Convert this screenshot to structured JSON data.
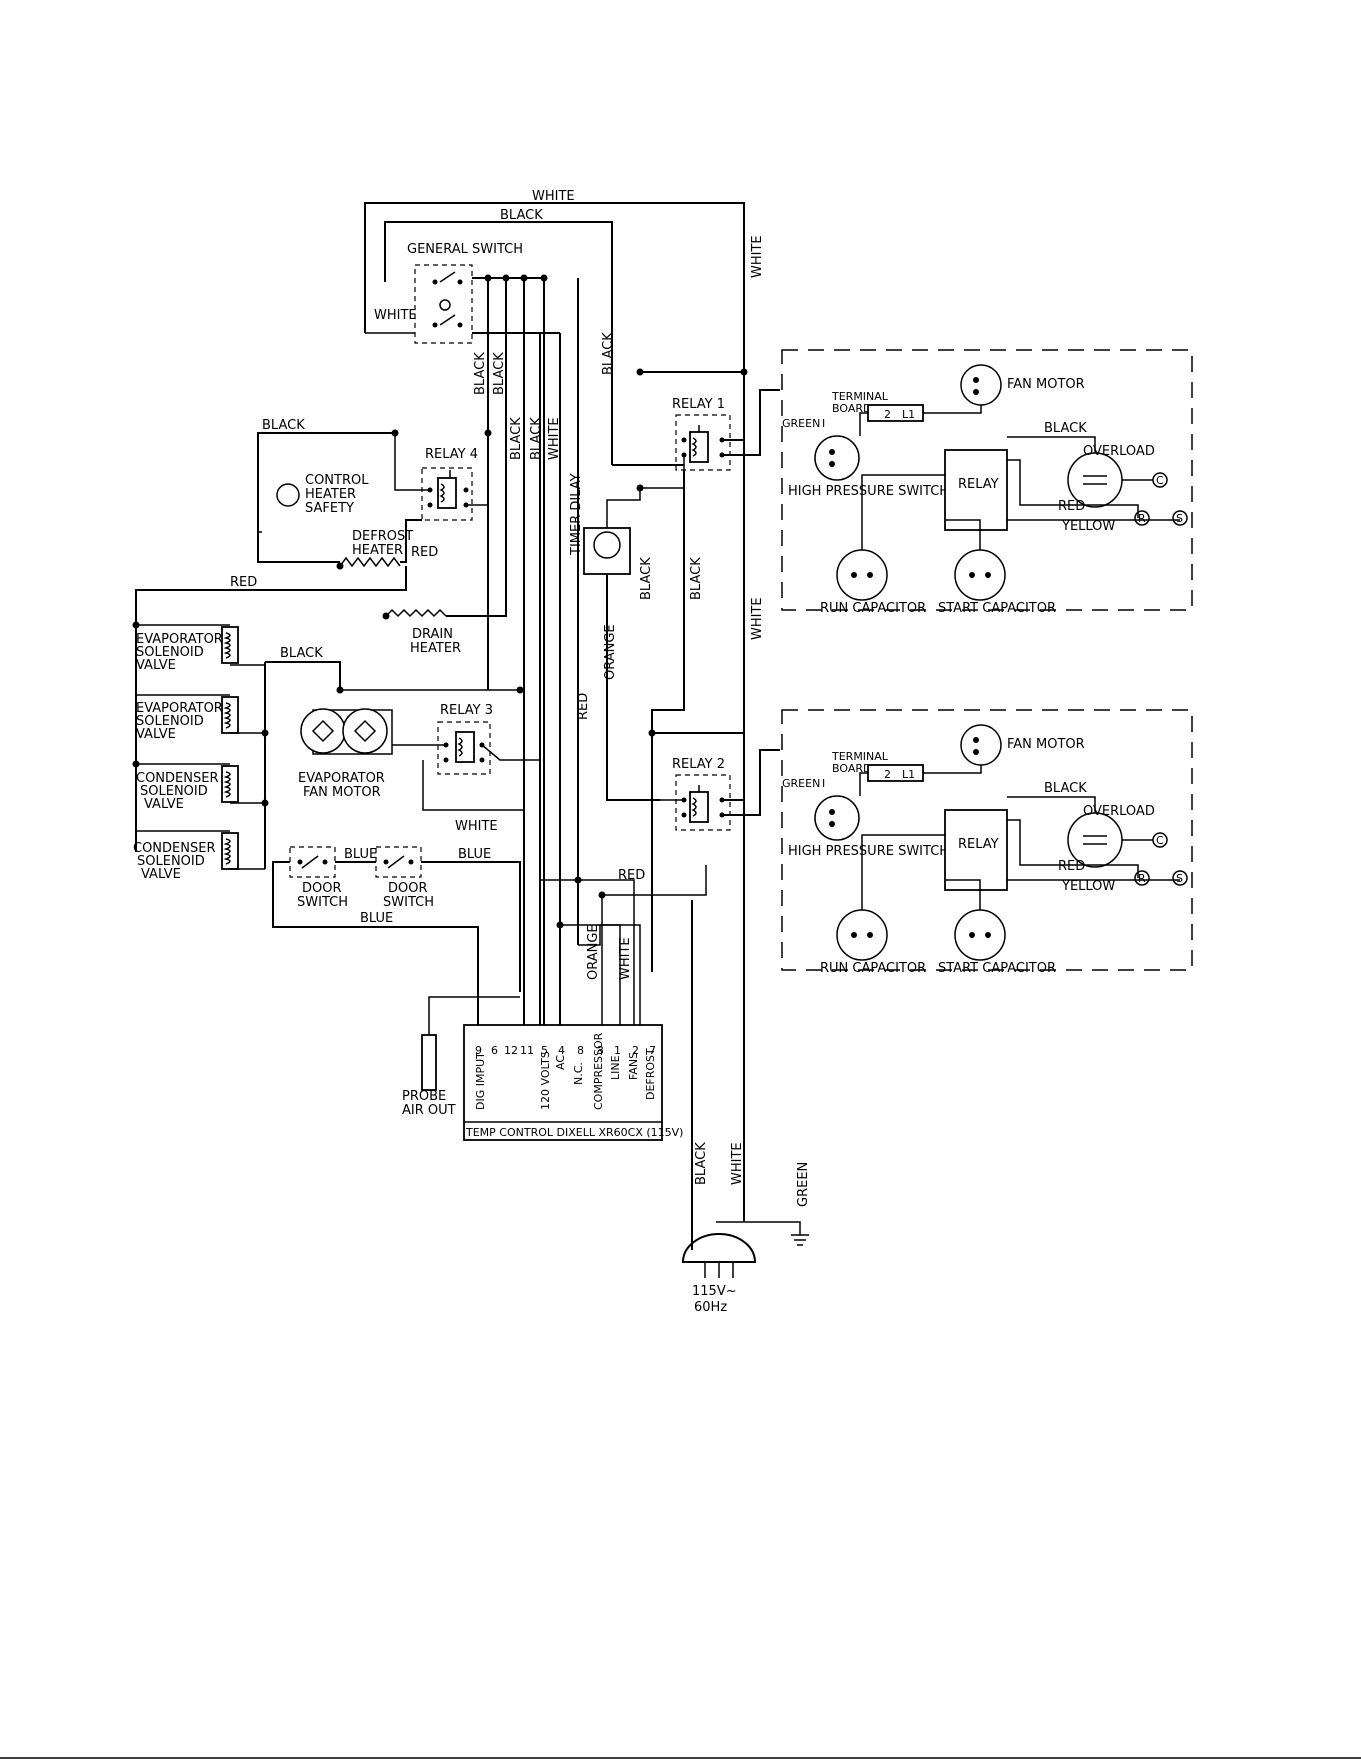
{
  "wires": {
    "white": "WHITE",
    "black": "BLACK",
    "red": "RED",
    "blue": "BLUE",
    "orange": "ORANGE",
    "yellow": "YELLOW",
    "green": "GREEN"
  },
  "components": {
    "general_switch": "GENERAL SWITCH",
    "relay_1": "RELAY 1",
    "relay_2": "RELAY 2",
    "relay_3": "RELAY 3",
    "relay_4": "RELAY 4",
    "control_heater_safety": [
      "CONTROL",
      "HEATER",
      "SAFETY"
    ],
    "defrost_heater": [
      "DEFROST",
      "HEATER"
    ],
    "drain_heater": [
      "DRAIN",
      "HEATER"
    ],
    "timer_delay": "TIMER DILAY",
    "evaporator_solenoid_valve": [
      "EVAPORATOR",
      "SOLENOID",
      "VALVE"
    ],
    "condenser_solenoid_valve": [
      "CONDENSER",
      "SOLENOID",
      "VALVE"
    ],
    "evaporator_fan_motor": [
      "EVAPORATOR",
      "FAN MOTOR"
    ],
    "door_switch": [
      "DOOR",
      "SWITCH"
    ],
    "probe_air_out": [
      "PROBE",
      "AIR OUT"
    ]
  },
  "condensing_unit": {
    "fan_motor": "FAN MOTOR",
    "terminal_board": [
      "TERMINAL",
      "BOARD"
    ],
    "terminal_2": "2",
    "terminal_l1": "L1",
    "ground_symbol": "I",
    "high_pressure_switch": "HIGH PRESSURE SWITCH",
    "relay": "RELAY",
    "overload": "OVERLOAD",
    "run_capacitor": "RUN CAPACITOR",
    "start_capacitor": "START CAPACITOR",
    "compressor_terminals": [
      "C",
      "R",
      "S"
    ]
  },
  "temp_control": {
    "title": "TEMP CONTROL DIXELL XR60CX (115V)",
    "terminals": [
      "9",
      "6",
      "12",
      "11",
      "5",
      "4",
      "8",
      "3",
      "1",
      "2",
      "7"
    ],
    "functions": [
      "DIG IMPUT",
      "120 VOLTS",
      "AC",
      "N.C.",
      "COMPRESSOR",
      "LINE",
      "FANS",
      "DEFROST"
    ]
  },
  "power": {
    "voltage": "115V~",
    "frequency": "60Hz"
  }
}
